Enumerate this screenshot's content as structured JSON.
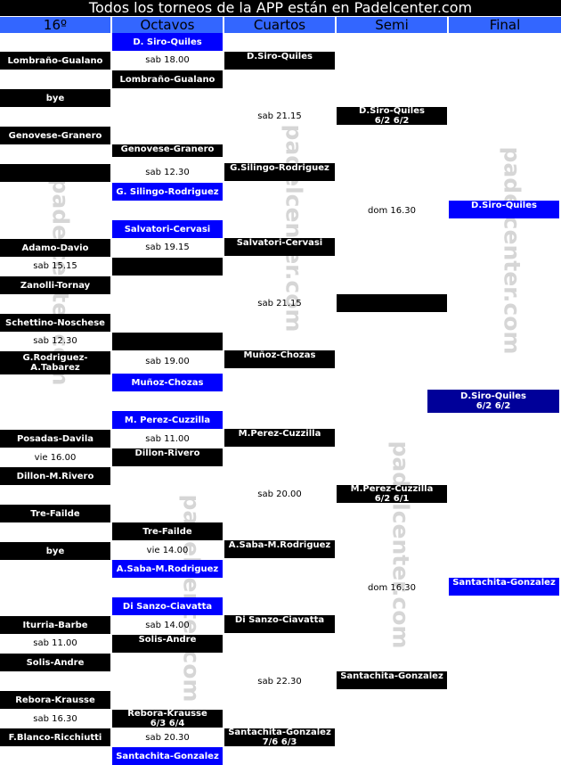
{
  "title": "Todos los torneos de la APP están en Padelcenter.com",
  "columns": [
    "16º",
    "Octavos",
    "Cuartos",
    "Semi",
    "Final"
  ],
  "watermark": "padelcenter.com",
  "r16": {
    "m1a": "Lombraño-Gualano",
    "m1b": "bye",
    "m2a": "Genovese-Granero",
    "m3a": "Adamo-Davio",
    "m3t": "sab 15.15",
    "m3b": "Zanolli-Tornay",
    "m4a": "Schettino-Noschese",
    "m4t": "sab 12.30",
    "m4b": "G.Rodriguez-\nA.Tabarez",
    "m5a": "Posadas-Davila",
    "m5t": "vie 16.00",
    "m5b": "Dillon-M.Rivero",
    "m6a": "Tre-Failde",
    "m6b": "bye",
    "m7a": "Iturria-Barbe",
    "m7t": "sab 11.00",
    "m7b": "Solis-Andre",
    "m8a": "Rebora-Krausse",
    "m8t": "sab 16.30",
    "m8b": "F.Blanco-Ricchiutti"
  },
  "octavos": {
    "q1a": "D. Siro-Quiles",
    "q1t": "sab 18.00",
    "q1b": "Lombraño-Gualano",
    "q2a": "Genovese-Granero",
    "q2t": "sab 12.30",
    "q2b": "G. Silingo-Rodriguez",
    "q3a": "Salvatori-Cervasi",
    "q3t": "sab 19.15",
    "q4t": "sab 19.00",
    "q4b": "Muñoz-Chozas",
    "q5a": "M. Perez-Cuzzilla",
    "q5t": "sab 11.00",
    "q5b": "Dillon-Rivero",
    "q6a": "Tre-Failde",
    "q6t": "vie 14.00",
    "q6b": "A.Saba-M.Rodriguez",
    "q7a": "Di Sanzo-Ciavatta",
    "q7t": "sab 14.00",
    "q7b": "Solis-Andre",
    "q8a": "Rebora-Krausse",
    "q8s": "6/3 6/4",
    "q8t": "sab 20.30",
    "q8b": "Santachita-Gonzalez"
  },
  "cuartos": {
    "c1a": "D.Siro-Quiles",
    "c1t": "sab 21.15",
    "c1b": "G.Silingo-Rodriguez",
    "c2a": "Salvatori-Cervasi",
    "c2t": "sab 21.15",
    "c2b": "Muñoz-Chozas",
    "c3a": "M.Perez-Cuzzilla",
    "c3t": "sab 20.00",
    "c3b": "A.Saba-M.Rodriguez",
    "c4a": "Di Sanzo-Ciavatta",
    "c4t": "sab 22.30",
    "c4b": "Santachita-Gonzalez",
    "c4s": "7/6 6/3"
  },
  "semi": {
    "s1a": "D.Siro-Quiles",
    "s1s": "6/2 6/2",
    "s1t": "dom 16.30",
    "s2a": "M.Perez-Cuzzilla",
    "s2s": "6/2 6/1",
    "s2t": "dom 16.30",
    "s2b": "Santachita-Gonzalez"
  },
  "final": {
    "f1a": "D.Siro-Quiles",
    "f1b": "Santachita-Gonzalez",
    "champ": "D.Siro-Quiles",
    "champ_score": "6/2 6/2"
  },
  "colors": {
    "header": "#3366ff",
    "blue_cell": "#0000ff",
    "navy_cell": "#000099",
    "black_cell": "#000000"
  }
}
